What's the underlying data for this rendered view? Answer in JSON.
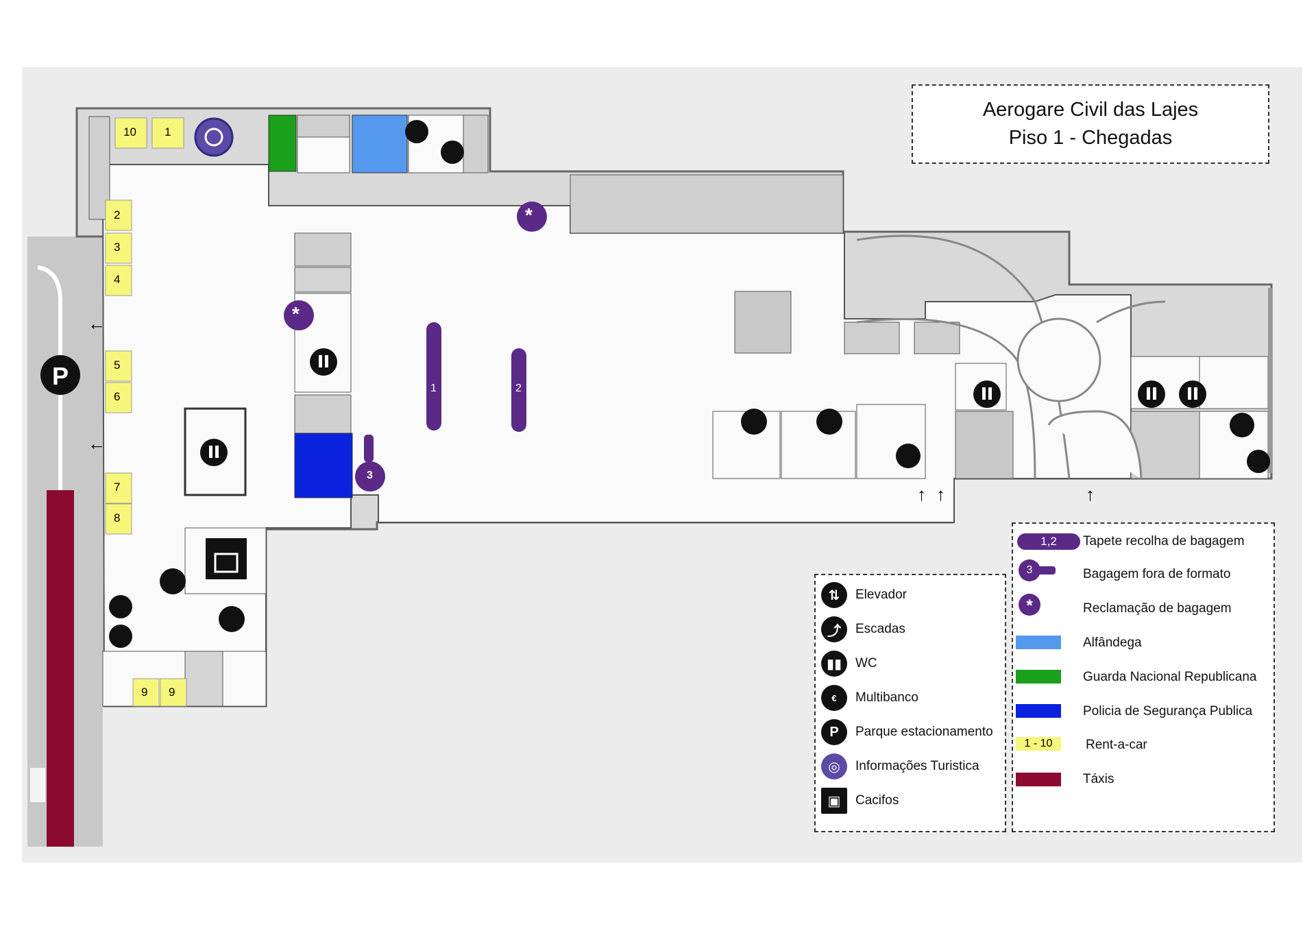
{
  "title": {
    "line1": "Aerogare Civil das Lajes",
    "line2": "Piso 1 - Chegadas"
  },
  "map_labels": {
    "rent_car_booths": [
      "10",
      "1",
      "2",
      "3",
      "4",
      "5",
      "6",
      "7",
      "8",
      "9",
      "9"
    ],
    "carousels": [
      "1",
      "2"
    ],
    "odd_size_baggage": "3",
    "parking_symbol": "P",
    "arrow_left": "←",
    "arrow_up": "↑"
  },
  "legend_left": [
    {
      "icon": "elevator-icon",
      "label": "Elevador"
    },
    {
      "icon": "stairs-icon",
      "label": "Escadas"
    },
    {
      "icon": "wc-icon",
      "label": "WC"
    },
    {
      "icon": "atm-icon",
      "label": "Multibanco"
    },
    {
      "icon": "parking-icon",
      "label": "Parque estacionamento",
      "symbol": "P"
    },
    {
      "icon": "tourist-info-icon",
      "label": "Informações Turistica"
    },
    {
      "icon": "lockers-icon",
      "label": "Cacifos"
    }
  ],
  "legend_right": [
    {
      "key": "carousel",
      "badge": "1,2",
      "label": "Tapete recolha de bagagem",
      "color": "#5b2a86"
    },
    {
      "key": "oddsize",
      "badge": "3",
      "label": "Bagagem fora de formato",
      "color": "#5b2a86"
    },
    {
      "key": "claim",
      "badge": "*",
      "label": "Reclamação de bagagem",
      "color": "#5b2a86"
    },
    {
      "key": "customs",
      "label": "Alfândega",
      "color": "#5599ee"
    },
    {
      "key": "gnr",
      "label": "Guarda Nacional Republicana",
      "color": "#1aa01a"
    },
    {
      "key": "psp",
      "label": "Policia de Segurança Publica",
      "color": "#0a22dd"
    },
    {
      "key": "rentacar",
      "badge": "1 - 10",
      "label": "Rent-a-car",
      "color": "#f6f77a"
    },
    {
      "key": "taxis",
      "label": "Táxis",
      "color": "#8c0a30"
    }
  ]
}
